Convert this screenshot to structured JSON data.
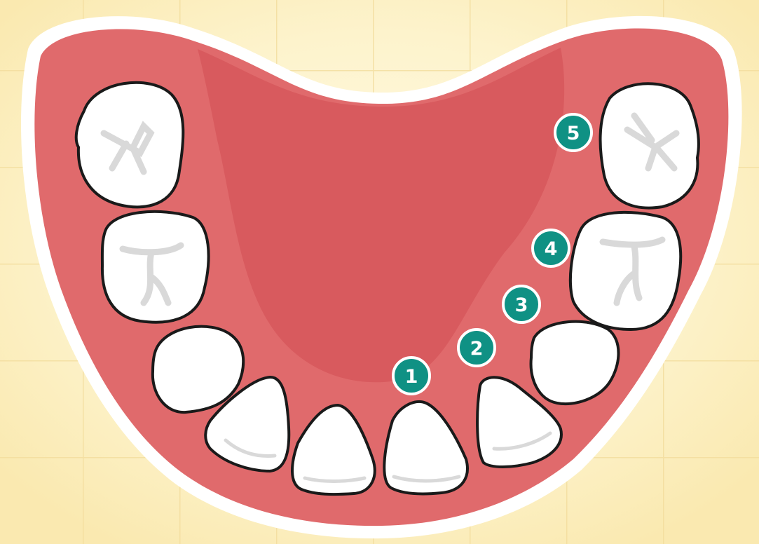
{
  "colors": {
    "background": "#fbeec0",
    "background_glow": "#fffbe6",
    "grid_line": "#f2dc9c",
    "gum_outline": "#ffffff",
    "gum": "#e06a6c",
    "gum_inner": "#d85a5e",
    "tooth_fill": "#ffffff",
    "tooth_stroke": "#1a1a1a",
    "tooth_detail": "#d9d9d9",
    "badge_fill": "#0f9184",
    "badge_border": "#ffffff",
    "badge_text": "#ffffff"
  },
  "markers": [
    {
      "label": "1"
    },
    {
      "label": "2"
    },
    {
      "label": "3"
    },
    {
      "label": "4"
    },
    {
      "label": "5"
    }
  ]
}
